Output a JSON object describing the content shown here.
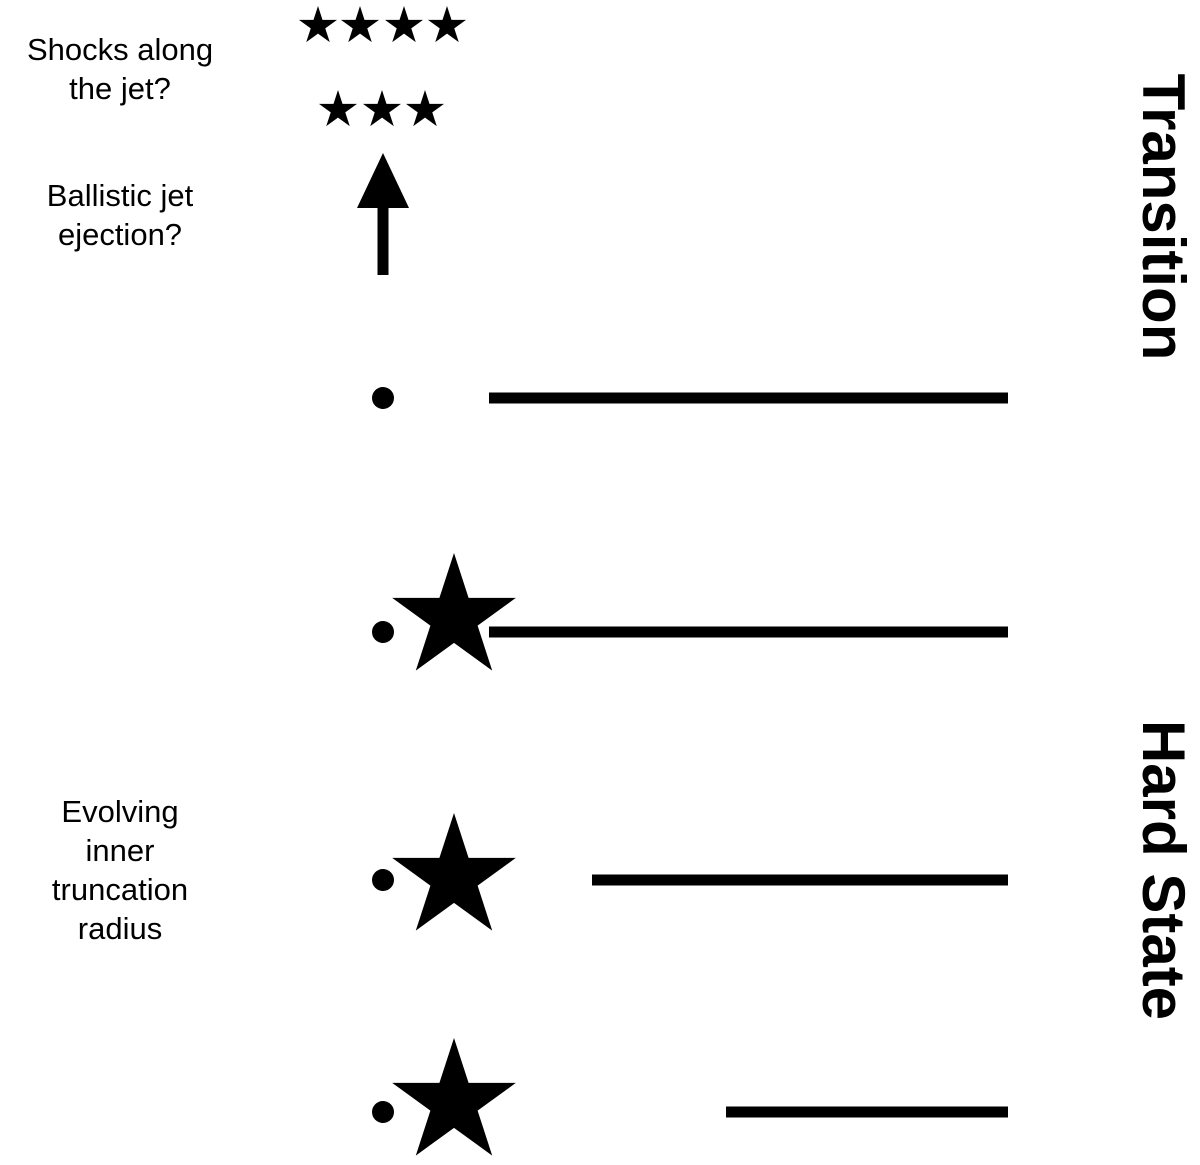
{
  "annotations": {
    "shocks": [
      "Shocks along",
      "the jet?"
    ],
    "ejection": [
      "Ballistic jet",
      "ejection?"
    ],
    "truncation": [
      "Evolving",
      "inner",
      "truncation",
      "radius"
    ]
  },
  "states": {
    "transition": "Transition",
    "hard_state": "Hard State"
  },
  "colors": {
    "ink": "#000000",
    "background": "#ffffff"
  },
  "icons": {
    "compact_object": "black-dot",
    "jet_emission": "star",
    "ejection_direction": "arrow-up"
  }
}
